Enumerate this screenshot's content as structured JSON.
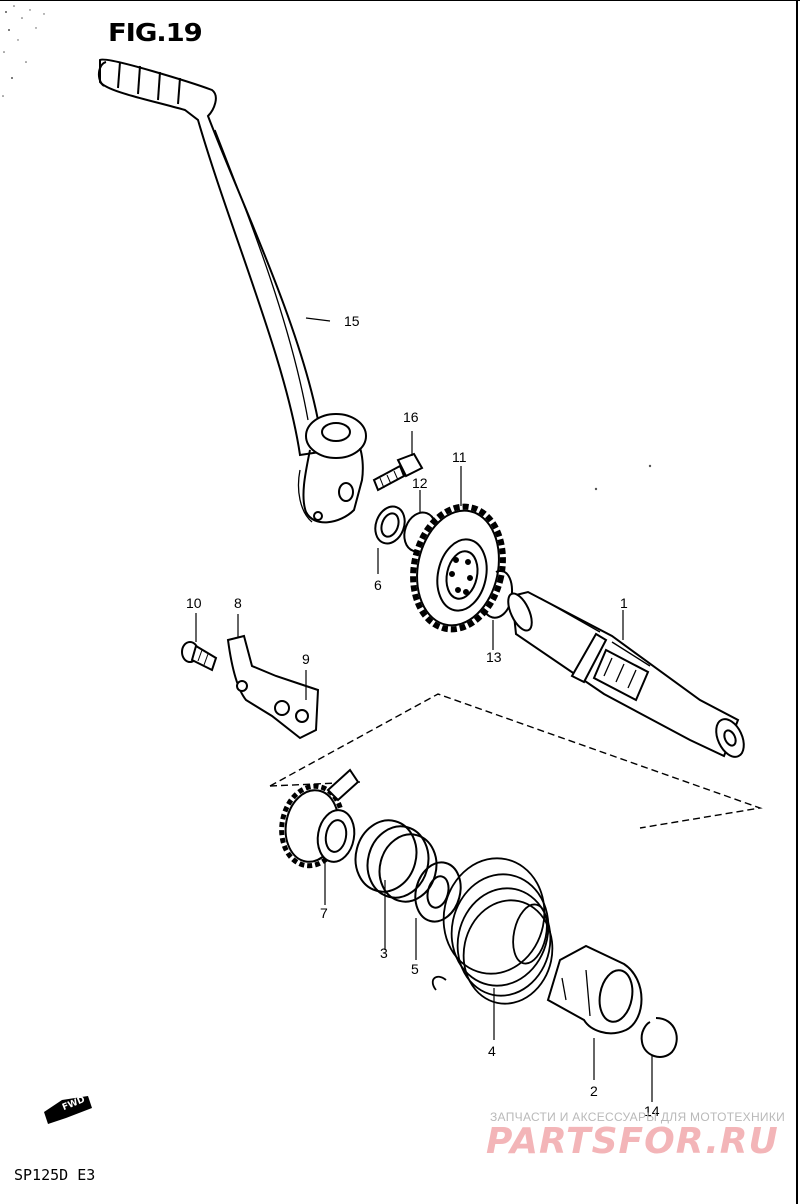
{
  "figure": {
    "title": "FIG.19",
    "model_code": "SP125D E3",
    "fwd_label": "FWD"
  },
  "callouts": {
    "1": "1",
    "2": "2",
    "3": "3",
    "4": "4",
    "5": "5",
    "6": "6",
    "7": "7",
    "8": "8",
    "9": "9",
    "10": "10",
    "11": "11",
    "12": "12",
    "13": "13",
    "14": "14",
    "15": "15",
    "16": "16"
  },
  "watermark": {
    "tagline": "ЗАПЧАСТИ И АКСЕССУАРЫ ДЛЯ МОТОТЕХНИКИ",
    "brand": "PARTSFOR.RU",
    "brand_color": "#f3b5b8"
  }
}
